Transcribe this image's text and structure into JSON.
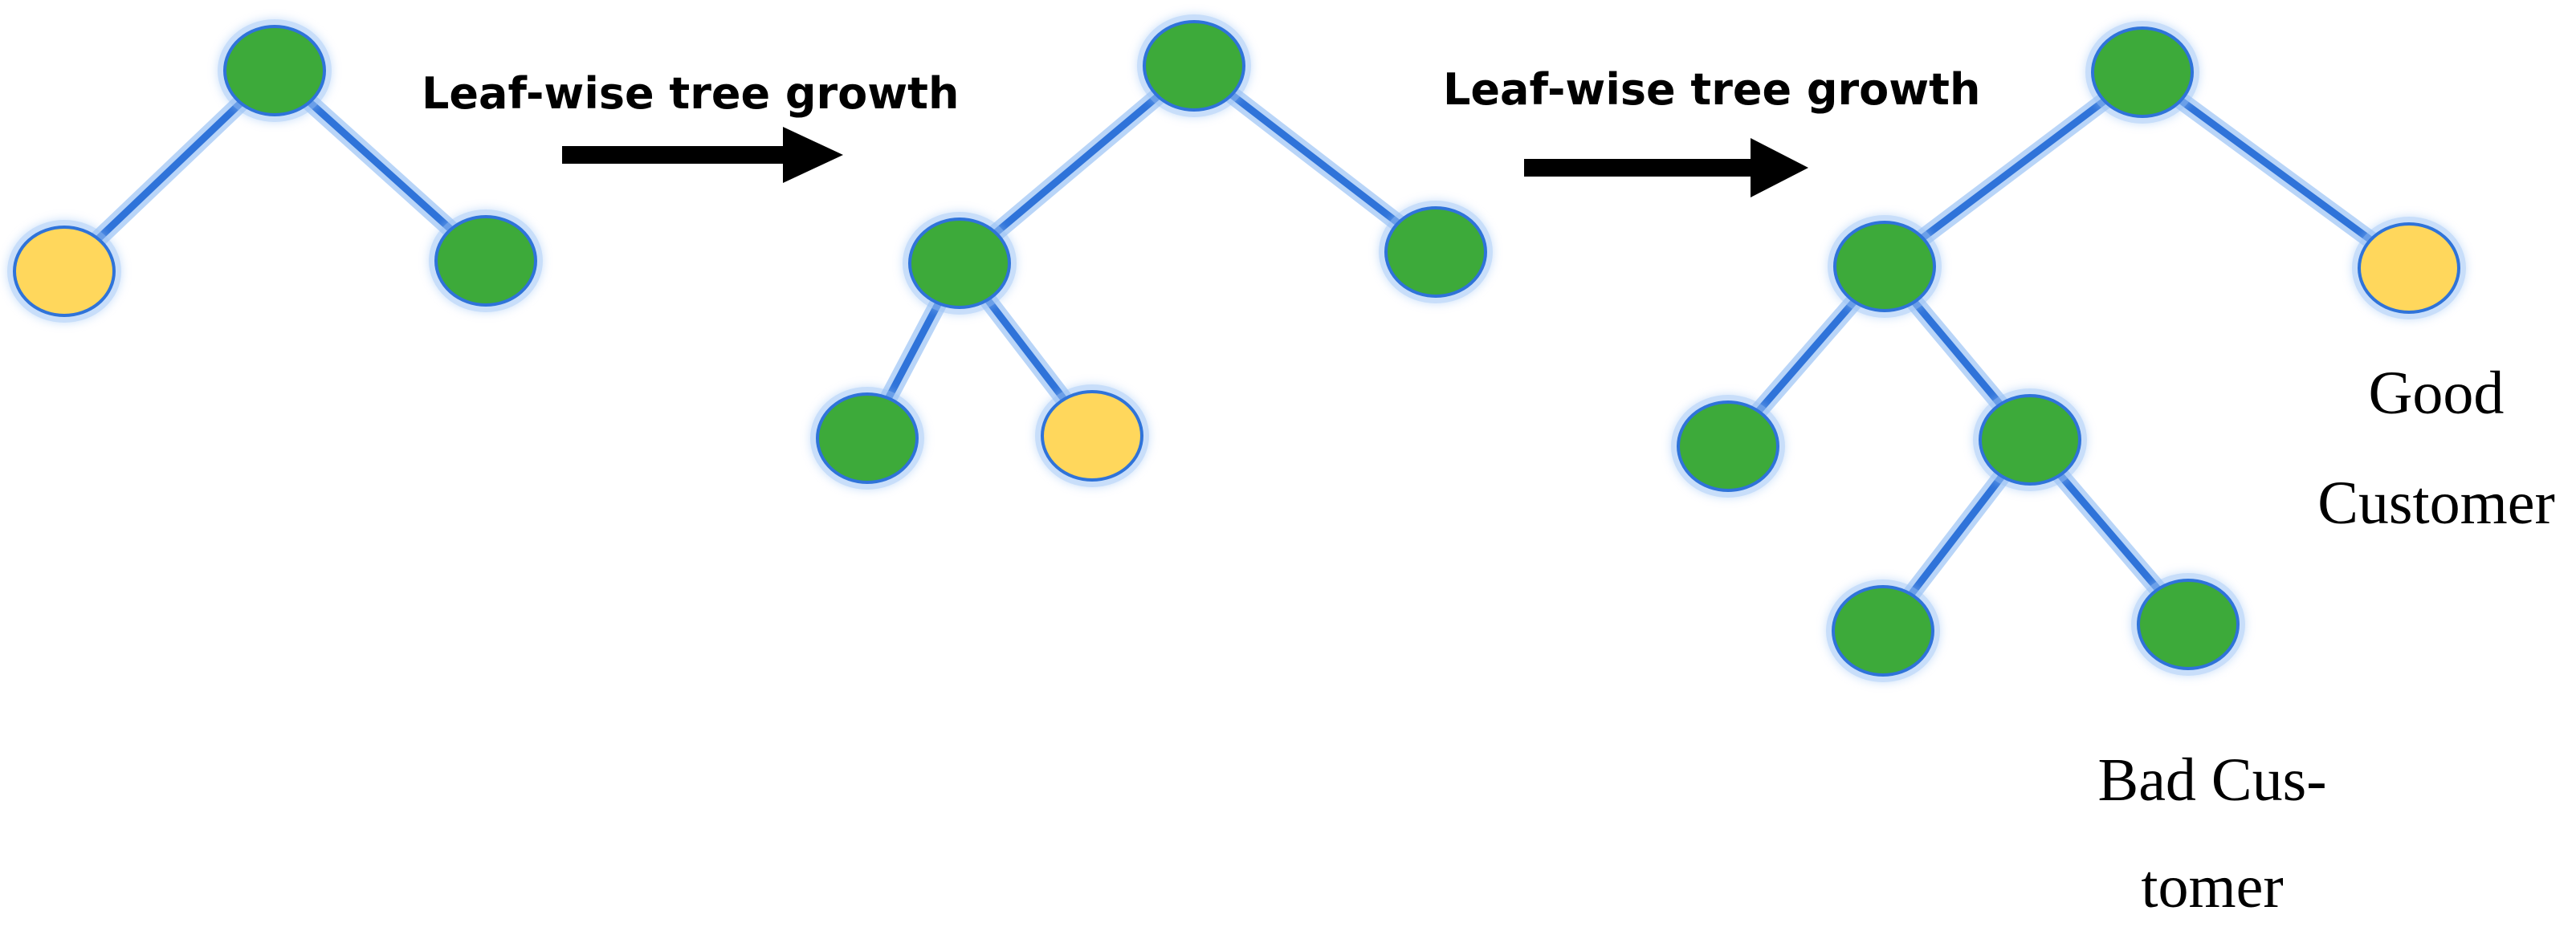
{
  "colors": {
    "background": "#ffffff",
    "edge": "#2f73d9",
    "edge_glow": "#9cc4f6",
    "node_green": "#3daa3a",
    "node_yellow": "#ffd75c",
    "node_stroke": "#2f73d9",
    "arrow": "#000000",
    "text": "#000000"
  },
  "arrows": [
    {
      "label": "Leaf-wise tree growth"
    },
    {
      "label": "Leaf-wise tree growth"
    }
  ],
  "annotations": {
    "good_customer": [
      "Good",
      "Customer"
    ],
    "bad_customer": [
      "Bad Cus-",
      "tomer"
    ]
  },
  "trees": [
    {
      "nodes": [
        {
          "id": "root",
          "color": "green"
        },
        {
          "id": "left",
          "color": "yellow"
        },
        {
          "id": "right",
          "color": "green"
        }
      ],
      "edges": [
        [
          "root",
          "left"
        ],
        [
          "root",
          "right"
        ]
      ]
    },
    {
      "nodes": [
        {
          "id": "root",
          "color": "green"
        },
        {
          "id": "left",
          "color": "green"
        },
        {
          "id": "right",
          "color": "green"
        },
        {
          "id": "left-left",
          "color": "green"
        },
        {
          "id": "left-right",
          "color": "yellow"
        }
      ],
      "edges": [
        [
          "root",
          "left"
        ],
        [
          "root",
          "right"
        ],
        [
          "left",
          "left-left"
        ],
        [
          "left",
          "left-right"
        ]
      ]
    },
    {
      "nodes": [
        {
          "id": "root",
          "color": "green"
        },
        {
          "id": "left",
          "color": "green"
        },
        {
          "id": "right",
          "color": "yellow"
        },
        {
          "id": "left-left",
          "color": "green"
        },
        {
          "id": "left-right",
          "color": "green"
        },
        {
          "id": "left-right-left",
          "color": "green"
        },
        {
          "id": "left-right-right",
          "color": "green"
        }
      ],
      "edges": [
        [
          "root",
          "left"
        ],
        [
          "root",
          "right"
        ],
        [
          "left",
          "left-left"
        ],
        [
          "left",
          "left-right"
        ],
        [
          "left-right",
          "left-right-left"
        ],
        [
          "left-right",
          "left-right-right"
        ]
      ]
    }
  ]
}
